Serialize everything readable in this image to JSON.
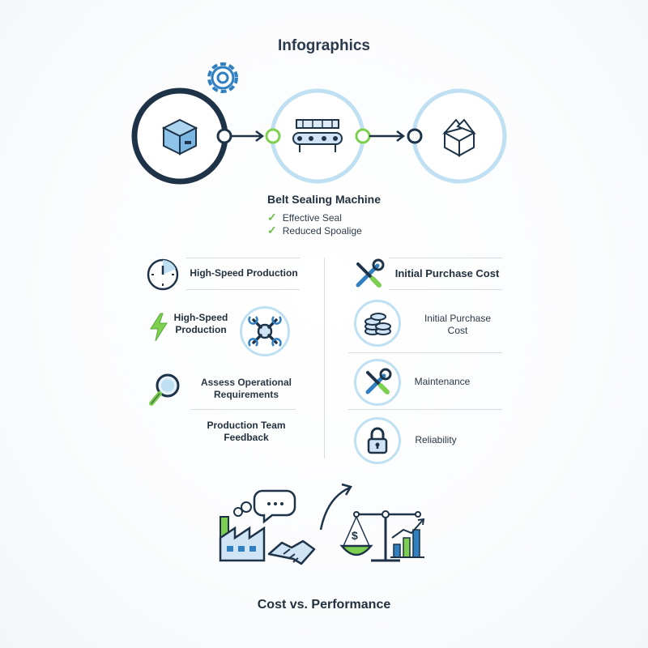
{
  "title": "Infographics",
  "process": {
    "machine_title": "Belt Sealing Machine",
    "benefits": [
      "Effective Seal",
      "Reduced Spoalige"
    ]
  },
  "left_column": {
    "items": [
      {
        "label": "High-Speed Production",
        "icon": "clock-icon"
      },
      {
        "label": "High-Speed Production",
        "icon": "lightning-icon",
        "badge_icon": "wrench-gear-icon"
      },
      {
        "label": "Assess Operational Requirements",
        "icon": "magnifier-icon"
      },
      {
        "label": "Production Team Feedback"
      }
    ]
  },
  "right_column": {
    "items": [
      {
        "label": "Initial Purchase Cost",
        "icon": "tools-icon"
      },
      {
        "label": "Initial Purchase Cost",
        "icon": "coins-icon"
      },
      {
        "label": "Maintenance",
        "icon": "tools-icon"
      },
      {
        "label": "Reliability",
        "icon": "padlock-icon"
      }
    ]
  },
  "bottom_title": "Cost vs. Performance",
  "colors": {
    "navy": "#1e3348",
    "light_blue": "#bfe0f3",
    "accent_blue": "#2f7fc1",
    "green": "#7ccf4f"
  }
}
